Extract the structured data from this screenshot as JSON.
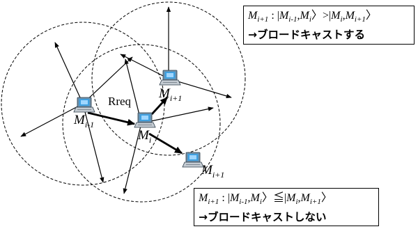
{
  "nodes": {
    "m_prev": {
      "label_main": "M",
      "label_sub": "i-1",
      "icon": "laptop-icon"
    },
    "m_cur": {
      "label_main": "M",
      "label_sub": "i",
      "icon": "laptop-icon"
    },
    "m_next_upper": {
      "label_main": "M",
      "label_sub": "i+1",
      "icon": "laptop-icon"
    },
    "m_next_lower": {
      "label_main": "M",
      "label_sub": "i+1",
      "icon": "laptop-icon"
    }
  },
  "edge_label": "Rreq",
  "conditions": {
    "top": {
      "lhs_main": "M",
      "lhs_sub": "i+1",
      "colon": " : ",
      "term1_open": "|",
      "term1_m1": "M",
      "term1_m1_sub": "i-1",
      "term1_comma": ",",
      "term1_m2": "M",
      "term1_m2_sub": "i",
      "term1_close": "〉",
      "relation": ">",
      "term2_open": "|",
      "term2_m1": "M",
      "term2_m1_sub": "i",
      "term2_comma": ",",
      "term2_m2": "M",
      "term2_m2_sub": "i+1",
      "term2_close": "〉",
      "action": "→ブロードキャストする"
    },
    "bottom": {
      "lhs_main": "M",
      "lhs_sub": "i+1",
      "colon": " : ",
      "term1_open": "|",
      "term1_m1": "M",
      "term1_m1_sub": "i-1",
      "term1_comma": ",",
      "term1_m2": "M",
      "term1_m2_sub": "i",
      "term1_close": "〉",
      "relation": "≦",
      "term2_open": "|",
      "term2_m1": "M",
      "term2_m1_sub": "i",
      "term2_comma": ",",
      "term2_m2": "M",
      "term2_m2_sub": "i+1",
      "term2_close": "〉",
      "action": "→ブロードキャストしない"
    }
  }
}
